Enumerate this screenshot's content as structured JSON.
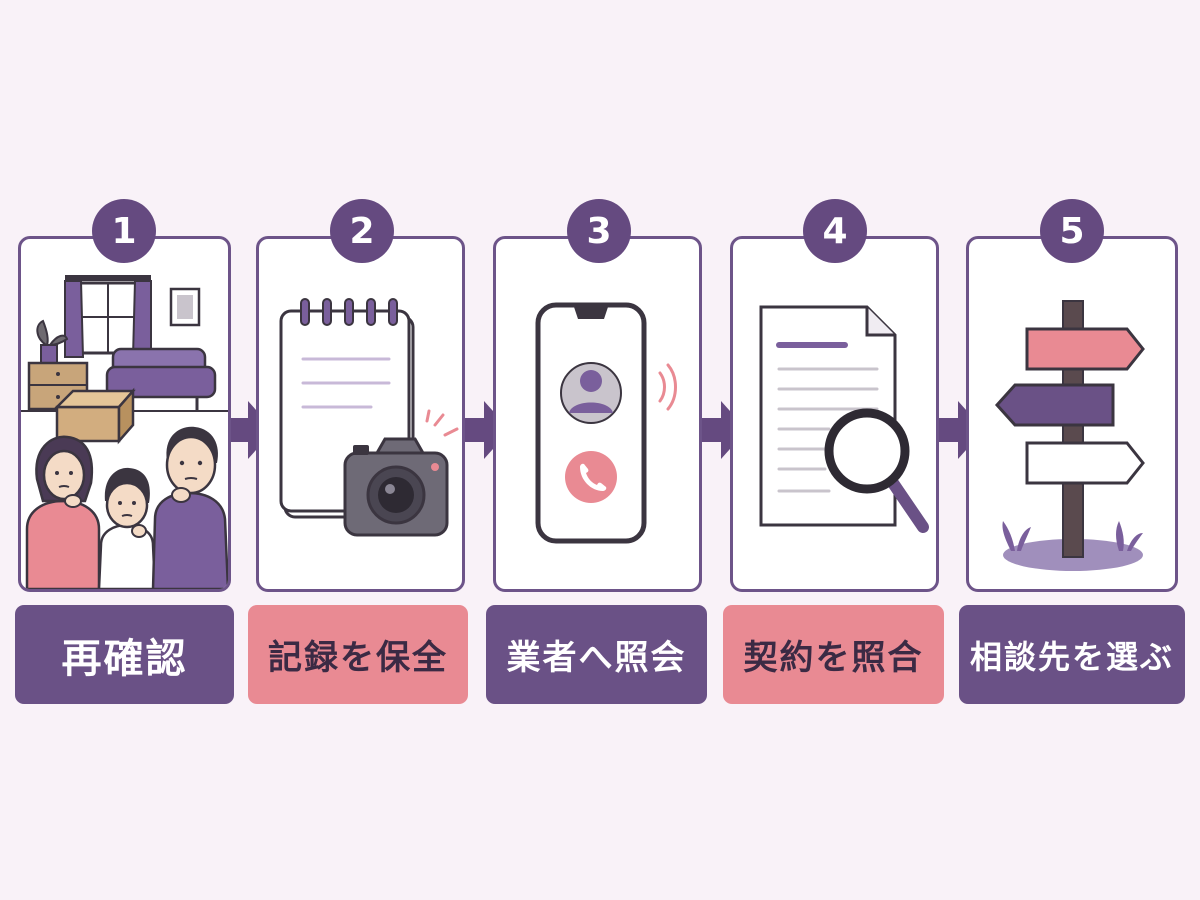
{
  "colors": {
    "background": "#f9f2f8",
    "primary_purple": "#654a80",
    "accent_pink": "#e98a93",
    "card_border": "#6d5489",
    "outline": "#3b3540"
  },
  "steps": [
    {
      "number": "1",
      "label": "再確認",
      "label_style": "dark",
      "icon": "family-moving-room-icon"
    },
    {
      "number": "2",
      "label": "記録を保全",
      "label_style": "pink",
      "icon": "notebook-camera-icon"
    },
    {
      "number": "3",
      "label": "業者へ照会",
      "label_style": "dark",
      "icon": "phone-call-icon"
    },
    {
      "number": "4",
      "label": "契約を照合",
      "label_style": "pink",
      "icon": "contract-magnifier-icon"
    },
    {
      "number": "5",
      "label": "相談先を選ぶ",
      "label_style": "dark",
      "icon": "signpost-icon"
    }
  ]
}
